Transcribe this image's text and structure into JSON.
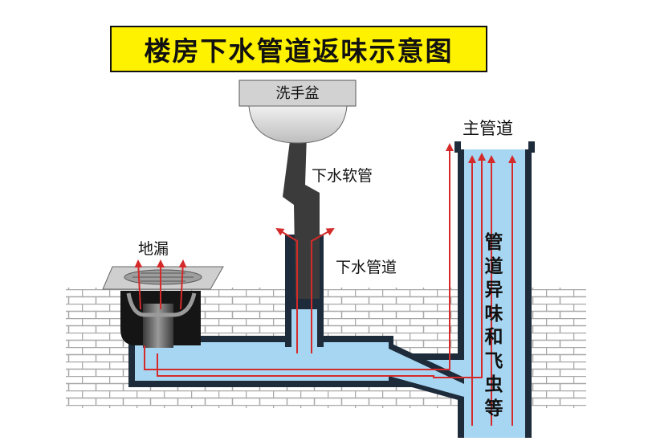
{
  "title": "楼房下水管道返味示意图",
  "labels": {
    "basin": "洗手盆",
    "hose": "下水软管",
    "floor_drain": "地漏",
    "drain_pipe": "下水管道",
    "main_pipe": "主管道",
    "main_pipe_note": "管道异味和飞虫等"
  },
  "colors": {
    "title_bg": "#fff200",
    "pipe_water": "#a7d6f2",
    "pipe_wall": "#1d2b3a",
    "odor_arrow": "#d42a2a",
    "brick_mortar": "#b3b3b3",
    "basin_gray": "#d2d2d2"
  }
}
